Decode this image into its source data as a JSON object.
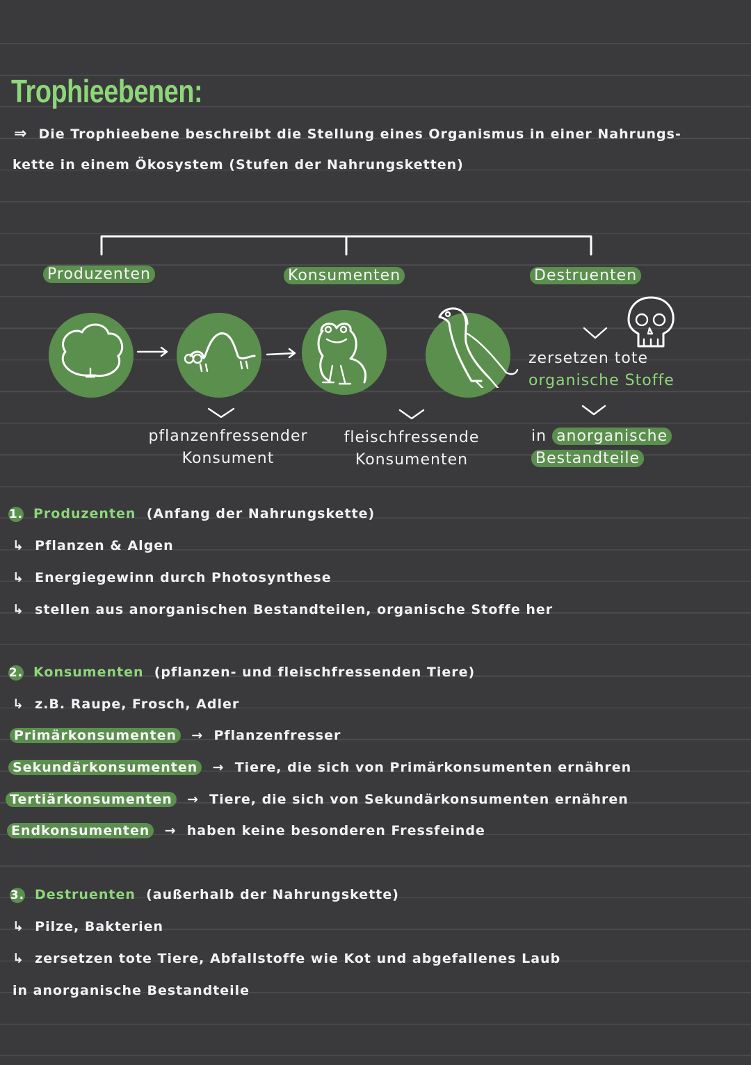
{
  "title": "Trophieebenen:",
  "intro": {
    "arrow": "⇒",
    "line1": "Die Trophieebene  beschreibt die Stellung eines Organismus in einer Nahrungs-",
    "line2": "kette  in  einem  Ökosystem   (Stufen der Nahrungsketten)"
  },
  "diagram": {
    "categories": [
      "Produzenten",
      "Konsumenten",
      "Destruenten"
    ],
    "label_herbivore_1": "pflanzenfressender",
    "label_herbivore_2": "Konsument",
    "label_carnivore_1": "fleischfressende",
    "label_carnivore_2": "Konsumenten",
    "decomp_1": "zersetzen tote",
    "decomp_2": "organische Stoffe",
    "result_prefix": "in",
    "result_1": "anorganische",
    "result_2": "Bestandteile"
  },
  "sections": [
    {
      "number": "1.",
      "heading": "Produzenten",
      "note": "(Anfang der Nahrungskette)",
      "bullets": [
        "Pflanzen & Algen",
        "Energiegewinn  durch  Photosynthese",
        "stellen  aus  anorganischen  Bestandteilen,  organische  Stoffe  her"
      ]
    },
    {
      "number": "2.",
      "heading": "Konsumenten",
      "note": "(pflanzen- und fleischfressenden  Tiere)",
      "bullets": [
        "z.B.  Raupe,  Frosch,  Adler"
      ],
      "types": [
        {
          "term": "Primärkonsumenten",
          "desc": "Pflanzenfresser"
        },
        {
          "term": "Sekundärkonsumenten",
          "desc": "Tiere, die sich  von  Primärkonsumenten  ernähren"
        },
        {
          "term": "Tertiärkonsumenten",
          "desc": "Tiere, die sich  von  Sekundärkonsumenten  ernähren"
        },
        {
          "term": "Endkonsumenten",
          "desc": "haben  keine  besonderen  Fressfeinde"
        }
      ]
    },
    {
      "number": "3.",
      "heading": "Destruenten",
      "note": "(außerhalb  der  Nahrungskette)",
      "bullets": [
        "Pilze,  Bakterien",
        "zersetzen  tote  Tiere,  Abfallstoffe  wie  Kot  und  abgefallenes  Laub"
      ],
      "continuation": "in  anorganische  Bestandteile"
    }
  ],
  "glyphs": {
    "bullet_arrow": "↳",
    "arrow_right": "→"
  },
  "icons": [
    "tree-icon",
    "caterpillar-icon",
    "frog-icon",
    "eagle-icon",
    "skull-icon"
  ],
  "colors": {
    "background": "#3a3a3c",
    "accent_green": "#8ed67a",
    "highlight_green": "#5b8f4d",
    "text": "#f2f2f2"
  }
}
